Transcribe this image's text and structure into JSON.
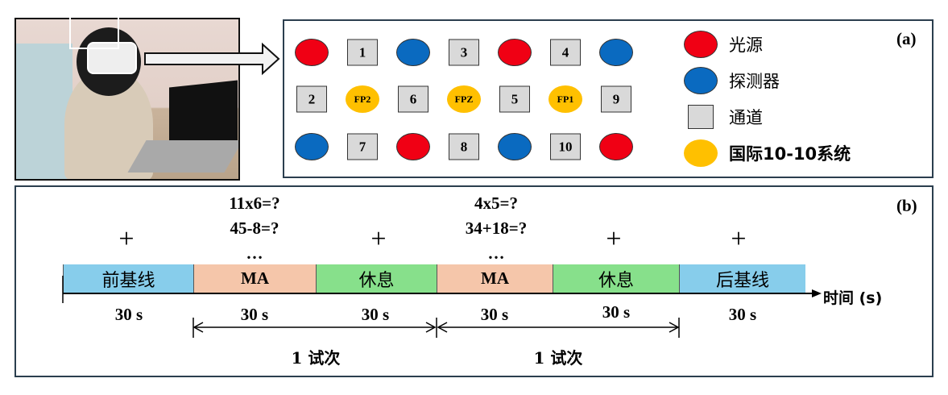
{
  "panel_a": {
    "label": "(a)",
    "grid": [
      [
        {
          "t": "red"
        },
        {
          "t": "ch",
          "v": "1"
        },
        {
          "t": "blue"
        },
        {
          "t": "ch",
          "v": "3"
        },
        {
          "t": "red"
        },
        {
          "t": "ch",
          "v": "4"
        },
        {
          "t": "blue"
        }
      ],
      [
        {
          "t": "ch",
          "v": "2"
        },
        {
          "t": "fp",
          "v": "FP2"
        },
        {
          "t": "ch",
          "v": "6"
        },
        {
          "t": "fp",
          "v": "FPZ"
        },
        {
          "t": "ch",
          "v": "5"
        },
        {
          "t": "fp",
          "v": "FP1"
        },
        {
          "t": "ch",
          "v": "9"
        }
      ],
      [
        {
          "t": "blue"
        },
        {
          "t": "ch",
          "v": "7"
        },
        {
          "t": "red"
        },
        {
          "t": "ch",
          "v": "8"
        },
        {
          "t": "blue"
        },
        {
          "t": "ch",
          "v": "10"
        },
        {
          "t": "red"
        }
      ]
    ],
    "legend": {
      "source": "光源",
      "detector": "探测器",
      "channel": "通道",
      "system": "国际10-10系统"
    },
    "colors": {
      "source": "#f00014",
      "detector": "#0a6ac0",
      "channel": "#d9d9d9",
      "system": "#ffc000"
    }
  },
  "panel_b": {
    "label": "(b)",
    "task1": [
      "11x6=?",
      "45-8=?",
      "…"
    ],
    "task2": [
      "4x5=?",
      "34+18=?",
      "…"
    ],
    "fixation": "+",
    "segments": [
      "前基线",
      "MA",
      "休息",
      "MA",
      "休息",
      "后基线"
    ],
    "durations": [
      "30 s",
      "30 s",
      "30 s",
      "30 s",
      "30 s",
      "30 s"
    ],
    "axis_label": "时间 (s)",
    "trial": "1 试次",
    "colors": {
      "baseline": "#87cdeb",
      "ma": "#f5c6aa",
      "rest": "#87e08b"
    }
  }
}
